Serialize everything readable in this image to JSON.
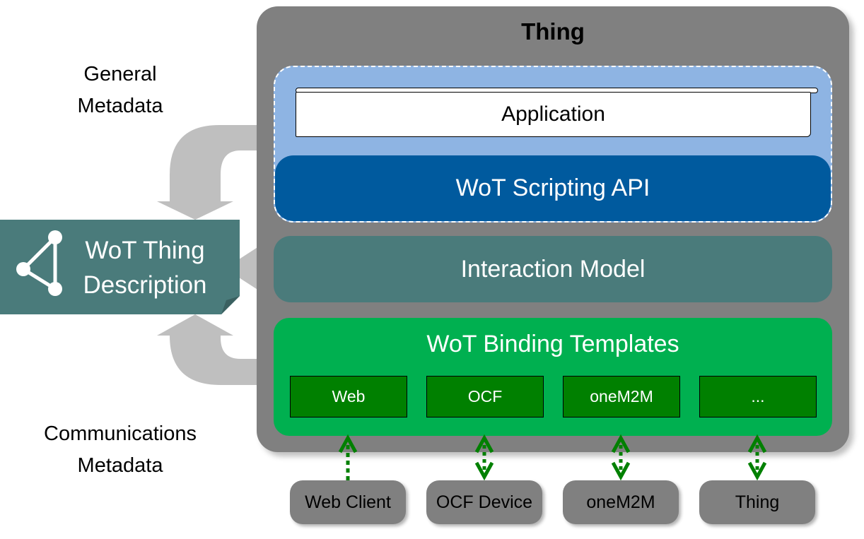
{
  "thing": {
    "title": "Thing",
    "application": "Application",
    "scripting_api": "WoT Scripting API",
    "interaction_model": "Interaction Model",
    "binding_templates": {
      "title": "WoT Binding Templates",
      "protocols": [
        "Web",
        "OCF",
        "oneM2M",
        "..."
      ]
    }
  },
  "devices": [
    "Web Client",
    "OCF Device",
    "oneM2M",
    "Thing"
  ],
  "thing_description": {
    "line1": "WoT Thing",
    "line2": "Description",
    "icon": "graph-share-icon"
  },
  "labels": {
    "general_metadata": [
      "General",
      "Metadata"
    ],
    "communications_metadata": [
      "Communications",
      "Metadata"
    ]
  },
  "colors": {
    "thing_bg": "#808080",
    "application_bg": "#8eb4e3",
    "scripting_bg": "#005a9e",
    "interaction_bg": "#4a7b7b",
    "binding_bg": "#00b050",
    "protocol_bg": "#008000",
    "arrow_gray": "#bfbfbf",
    "link_green": "#008000"
  }
}
